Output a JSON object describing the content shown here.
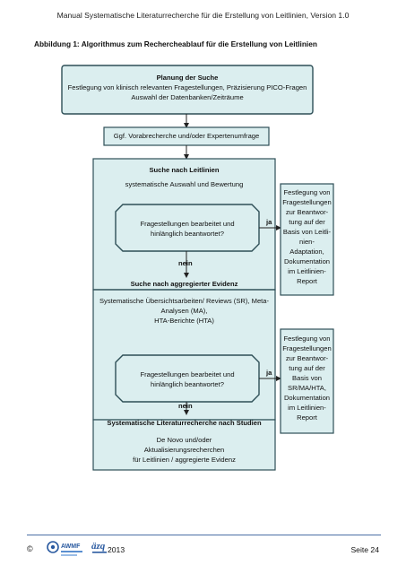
{
  "header": {
    "title": "Manual Systematische Literaturrecherche für die Erstellung von Leitlinien, Version 1.0"
  },
  "caption": "Abbildung 1: Algorithmus zum Rechercheablauf für die Erstellung von Leitlinien",
  "colors": {
    "box_fill": "#dbeeef",
    "box_stroke": "#2e4f57",
    "line": "#222222",
    "footer_rule": "#4a6fa5"
  },
  "flow": {
    "planning": {
      "title": "Planung der Suche",
      "line1": "Festlegung von klinisch relevanten Fragestellungen, Präzisierung PICO-Fragen",
      "line2": "Auswahl der Datenbanken/Zeiträume"
    },
    "prior_search": "Ggf. Vorabrecherche und/oder Expertenumfrage",
    "guideline_search": {
      "title": "Suche nach Leitlinien",
      "subtitle": "systematische Auswahl und Bewertung"
    },
    "decision1": {
      "line1": "Fragestellungen bearbeitet und",
      "line2": "hinlänglich beantwortet?"
    },
    "yes1": "ja",
    "no1": "nein",
    "aggregated_search": {
      "title": "Suche nach aggregierter Evidenz",
      "line1": "Systematische Übersichtsarbeiten/ Reviews (SR), Meta-",
      "line2": "Analysen (MA),",
      "line3": "HTA-Berichte (HTA)"
    },
    "decision2": {
      "line1": "Fragestellungen bearbeitet und",
      "line2": "hinlänglich beantwortet?"
    },
    "yes2": "ja",
    "no2": "nein",
    "literature_search": {
      "title": "Systematische Literaturrecherche nach Studien",
      "line1": "De Novo und/oder",
      "line2": "Aktualisierungsrecherchen",
      "line3": "für Leitlinien / aggregierte Evidenz"
    },
    "side1": [
      "Festlegung von",
      "Fragestellungen",
      "zur Beantwor-",
      "tung auf der",
      "Basis von Leitli-",
      "nien-",
      "Adaptation,",
      "Dokumentation",
      "im Leitlinien-",
      "Report"
    ],
    "side2": [
      "Festlegung von",
      "Fragestellungen",
      "zur Beantwor-",
      "tung auf der",
      "Basis von",
      "SR/MA/HTA,",
      "Dokumentation",
      "im Leitlinien-",
      "Report"
    ]
  },
  "footer": {
    "copyright": "©",
    "logos": [
      "AWMF logo",
      "äzq logo"
    ],
    "year": "2013",
    "page": "Seite 24"
  }
}
